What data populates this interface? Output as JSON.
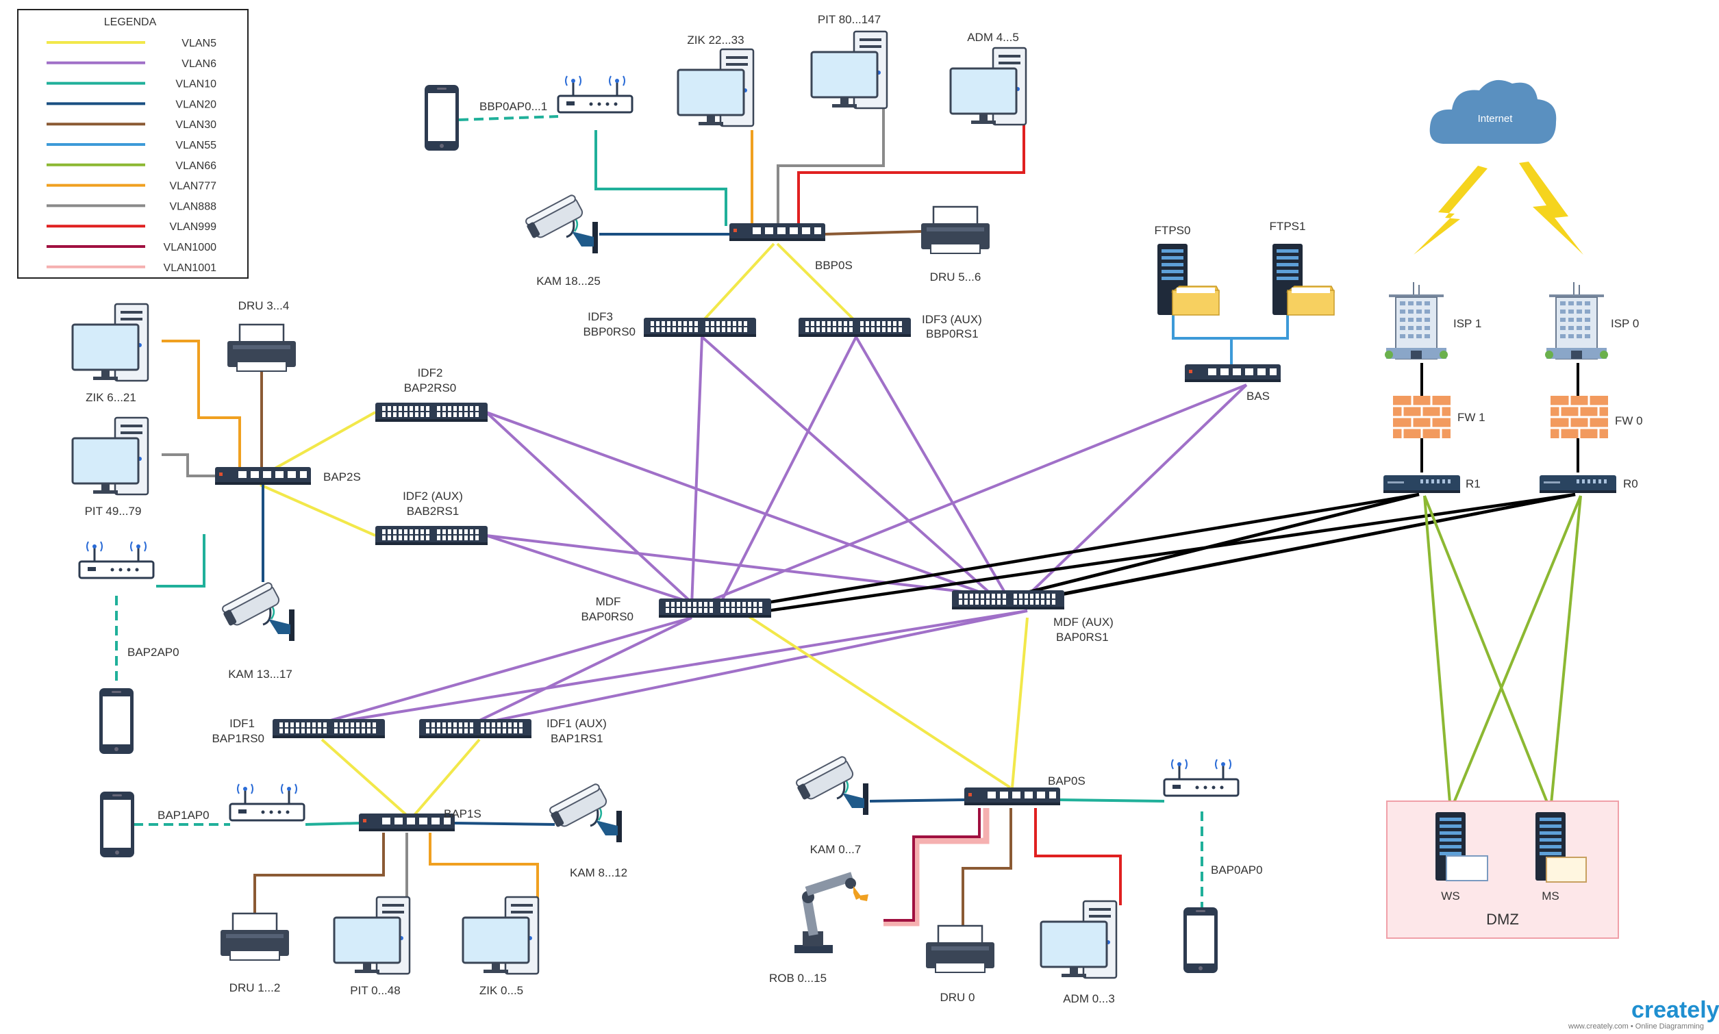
{
  "legend": {
    "title": "LEGENDA",
    "items": [
      {
        "label": "VLAN5",
        "color": "#f2e84a"
      },
      {
        "label": "VLAN6",
        "color": "#a070c8"
      },
      {
        "label": "VLAN10",
        "color": "#20b09a"
      },
      {
        "label": "VLAN20",
        "color": "#1a4f82"
      },
      {
        "label": "VLAN30",
        "color": "#8b5a34"
      },
      {
        "label": "VLAN55",
        "color": "#3d9ad8"
      },
      {
        "label": "VLAN66",
        "color": "#8cb832"
      },
      {
        "label": "VLAN777",
        "color": "#f0a020"
      },
      {
        "label": "VLAN888",
        "color": "#8a8a8a"
      },
      {
        "label": "VLAN999",
        "color": "#e02020"
      },
      {
        "label": "VLAN1000",
        "color": "#a01040"
      },
      {
        "label": "VLAN1001",
        "color": "#f5b0b0"
      }
    ]
  },
  "nodes": {
    "internet": "Internet",
    "isp1": "ISP 1",
    "isp0": "ISP 0",
    "fw1": "FW 1",
    "fw0": "FW 0",
    "r1": "R1",
    "r0": "R0",
    "ws": "WS",
    "ms": "MS",
    "dmz": "DMZ",
    "ftps0": "FTPS0",
    "ftps1": "FTPS1",
    "bas": "BAS",
    "bbp0ap0": "BBP0AP0...1",
    "zik_top": "ZIK 22...33",
    "pit_top": "PIT 80...147",
    "adm_top": "ADM 4...5",
    "kam_top": "KAM 18...25",
    "bbp0s": "BBP0S",
    "dru_top": "DRU 5...6",
    "idf3": [
      "IDF3",
      "BBP0RS0"
    ],
    "idf3aux": [
      "IDF3 (AUX)",
      "BBP0RS1"
    ],
    "dru_left": "DRU 3...4",
    "zik_left": "ZIK 6...21",
    "pit_left": "PIT 49...79",
    "bap2s": "BAP2S",
    "idf2": [
      "IDF2",
      "BAP2RS0"
    ],
    "idf2aux": [
      "IDF2 (AUX)",
      "BAB2RS1"
    ],
    "bap2ap0": "BAP2AP0",
    "kam_left": "KAM 13...17",
    "mdf": [
      "MDF",
      "BAP0RS0"
    ],
    "mdfaux": [
      "MDF (AUX)",
      "BAP0RS1"
    ],
    "idf1": [
      "IDF1",
      "BAP1RS0"
    ],
    "idf1aux": [
      "IDF1 (AUX)",
      "BAP1RS1"
    ],
    "bap1ap0": "BAP1AP0",
    "bap1s": "BAP1S",
    "kam_b1": "KAM 8...12",
    "dru_b1": "DRU 1...2",
    "pit_b1": "PIT 0...48",
    "zik_b1": "ZIK 0...5",
    "bap0s": "BAP0S",
    "kam_b0": "KAM 0...7",
    "rob": "ROB 0...15",
    "dru_b0": "DRU 0",
    "adm_b0": "ADM 0...3",
    "bap0ap0": "BAP0AP0"
  },
  "branding": {
    "name": "creately",
    "tagline": "www.creately.com • Online Diagramming"
  }
}
